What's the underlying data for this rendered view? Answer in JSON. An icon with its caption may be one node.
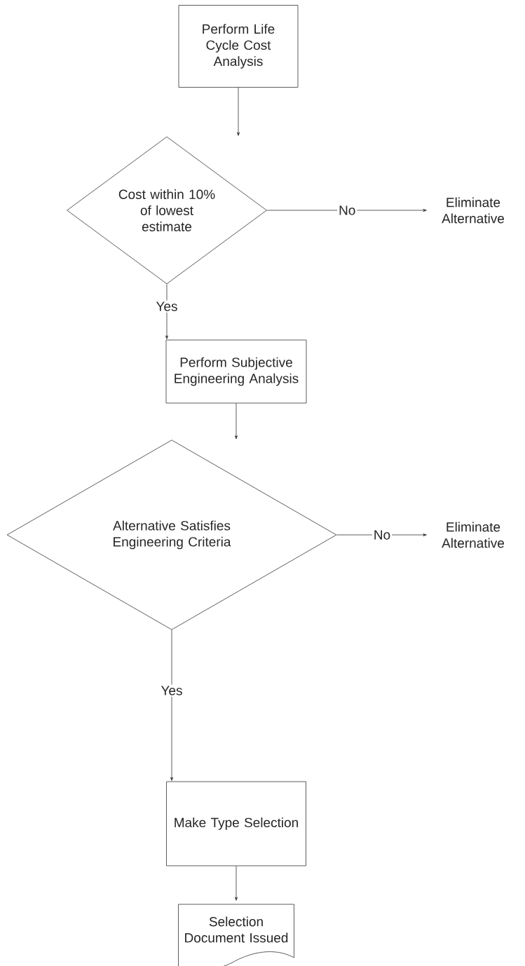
{
  "diagram": {
    "nodes": [
      {
        "text": [
          "Perform Life Cycle Cost Analysis"
        ]
      },
      {
        "text": [
          "Cost within 10% of lowest estimate"
        ]
      },
      {
        "text": [
          "Eliminate Alternative"
        ]
      },
      {
        "text": [
          "Perform Subjective Engineering Analysis"
        ]
      },
      {
        "text": [
          "Alternative Satisfies Engineering Criteria"
        ]
      },
      {
        "text": [
          "Eliminate Alternative"
        ]
      },
      {
        "text": [
          "Make Type Selection"
        ]
      },
      {
        "text": [
          "Selection Document Issued"
        ]
      }
    ],
    "edges": [
      {
        "from": 0,
        "to": 1,
        "arrow": "to"
      },
      {
        "from": 1,
        "to": 2,
        "arrow": "to",
        "label": "No"
      },
      {
        "from": 1,
        "to": 3,
        "arrow": "to",
        "label": "Yes"
      },
      {
        "from": 3,
        "to": 4,
        "arrow": "to"
      },
      {
        "from": 4,
        "to": 5,
        "arrow": "to",
        "label": "No"
      },
      {
        "from": 4,
        "to": 6,
        "arrow": "to",
        "label": "Yes"
      },
      {
        "from": 6,
        "to": 7,
        "arrow": "to"
      }
    ]
  }
}
